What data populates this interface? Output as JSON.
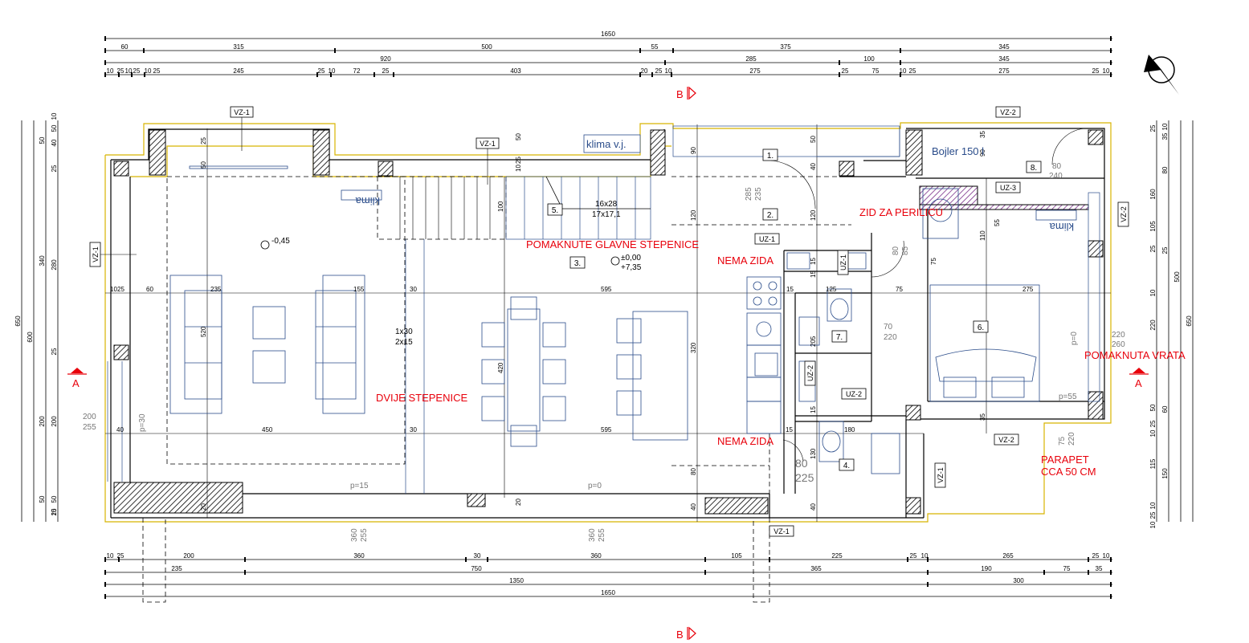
{
  "dims": {
    "top_row1": [
      "1650"
    ],
    "top_row2": [
      "60",
      "315",
      "500",
      "55",
      "375",
      "345"
    ],
    "top_row3": [
      "920",
      "285",
      "100",
      "345"
    ],
    "top_row4": [
      "10",
      "25",
      "10",
      "25",
      "10",
      "25",
      "245",
      "25",
      "10",
      "72",
      "25",
      "403",
      "20",
      "25",
      "10",
      "275",
      "25",
      "75",
      "10",
      "25",
      "275",
      "25",
      "10"
    ],
    "bottom_row1": [
      "10",
      "25",
      "200",
      "360",
      "30",
      "360",
      "105",
      "225",
      "25",
      "10",
      "265",
      "25",
      "10"
    ],
    "bottom_row2": [
      "235",
      "750",
      "365",
      "190",
      "75",
      "35"
    ],
    "bottom_row3": [
      "1350",
      "300"
    ],
    "bottom_row4": [
      "1650"
    ],
    "left_outer": [
      "650"
    ],
    "left_mid": [
      "600"
    ],
    "left_inner1": [
      "50",
      "340",
      "200",
      "50"
    ],
    "left_inner2": [
      "50",
      "280",
      "200",
      "50"
    ],
    "left_inner3": [
      "10",
      "40",
      "25",
      "25",
      "25",
      "10"
    ],
    "right_outer": [
      "650"
    ],
    "right_mid": [
      "500"
    ],
    "right_inner1": [
      "80",
      "160",
      "105",
      "220",
      "50",
      "115",
      "10"
    ],
    "right_inner2": [
      "35",
      "25",
      "60",
      "150"
    ],
    "right_inner3": [
      "25",
      "10",
      "25",
      "10",
      "25",
      "10",
      "25",
      "10"
    ],
    "interior": [
      "10",
      "25",
      "60",
      "235",
      "155",
      "30",
      "595",
      "15",
      "125",
      "75",
      "275",
      "450",
      "30",
      "595",
      "15",
      "180",
      "520",
      "420",
      "320",
      "120",
      "90",
      "80",
      "100",
      "90",
      "120",
      "110",
      "75",
      "55",
      "205",
      "130",
      "35",
      "35",
      "20",
      "40",
      "40",
      "20",
      "50",
      "25",
      "50",
      "50",
      "40",
      "10",
      "25",
      "40",
      "15",
      "15",
      "15"
    ]
  },
  "tags": {
    "vz1": "VZ-1",
    "vz2": "VZ-2",
    "uz1": "UZ-1",
    "uz2": "UZ-2",
    "uz3": "UZ-3"
  },
  "rooms": [
    "1.",
    "2.",
    "3.",
    "4.",
    "5.",
    "6.",
    "7.",
    "8."
  ],
  "stairs": {
    "size": "16x28",
    "riser": "17x17,1",
    "steps": "1x30",
    "steps2": "2x15"
  },
  "levels": {
    "lower": "-0,45",
    "zero": "±0,00",
    "top": "+7,35"
  },
  "annotations": {
    "klima_vj": "klima v.j.",
    "klima": "klima",
    "bojler": "Bojler 150 l",
    "pomaknute": "POMAKNUTE GLAVNE STEPENICE",
    "nema_zida": "NEMA ZIDA",
    "zid_perilica": "ZID ZA PERILICU",
    "dvije_stepenice": "DVIJE STEPENICE",
    "pomaknuta_vrata": "POMAKNUTA VRATA",
    "parapet_1": "PARAPET",
    "parapet_2": "CCA 50 CM"
  },
  "openings": {
    "w1_a": "200",
    "w1_b": "255",
    "w1_p": "p=30",
    "w2_a": "360",
    "w2_b": "255",
    "w2_p": "p=15",
    "w3_a": "360",
    "w3_b": "255",
    "w3_p": "p=0",
    "d1_a": "80",
    "d1_b": "225",
    "d2_a": "70",
    "d2_b": "220",
    "d3_a": "80",
    "d3_b": "240",
    "d4_a": "220",
    "d4_b": "260",
    "d4_p": "p=0",
    "d5_a": "285",
    "d5_b": "235",
    "d6_a": "80",
    "d6_b": "85",
    "w4_a": "75",
    "w4_b": "220",
    "w4_p": "p=55"
  },
  "sections": {
    "a": "A",
    "b": "B"
  },
  "colors": {
    "wall": "#d8b400",
    "red": "#e8000b",
    "blue": "#2a4c8a",
    "hatch": "#000"
  }
}
